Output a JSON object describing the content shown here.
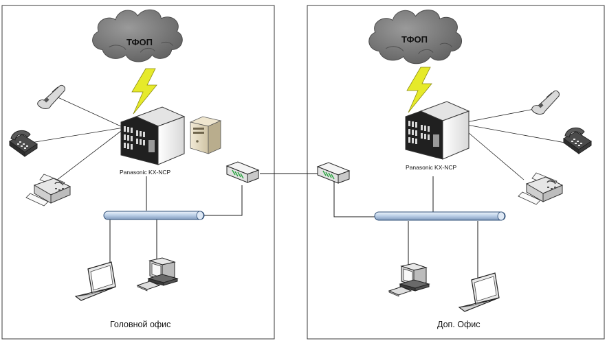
{
  "offices": {
    "main": {
      "label": "Головной офис",
      "cloud_label": "ТФОП",
      "pbx_label": "Panasonic KX-NCP"
    },
    "branch": {
      "label": "Доп. Офис",
      "cloud_label": "ТФОП",
      "pbx_label": "Panasonic KX-NCP"
    }
  },
  "colors": {
    "cloud": "#7d7d7d",
    "lightning": "#e6ea2a",
    "bus": "#c6d8ee",
    "frame": "#3a3a3a"
  },
  "icons": [
    "cloud-icon",
    "lightning-icon",
    "pbx-server-icon",
    "server-tower-icon",
    "router-icon",
    "network-bus-icon",
    "cordless-phone-icon",
    "desk-phone-icon",
    "fax-icon",
    "laptop-icon",
    "desktop-computer-icon"
  ]
}
